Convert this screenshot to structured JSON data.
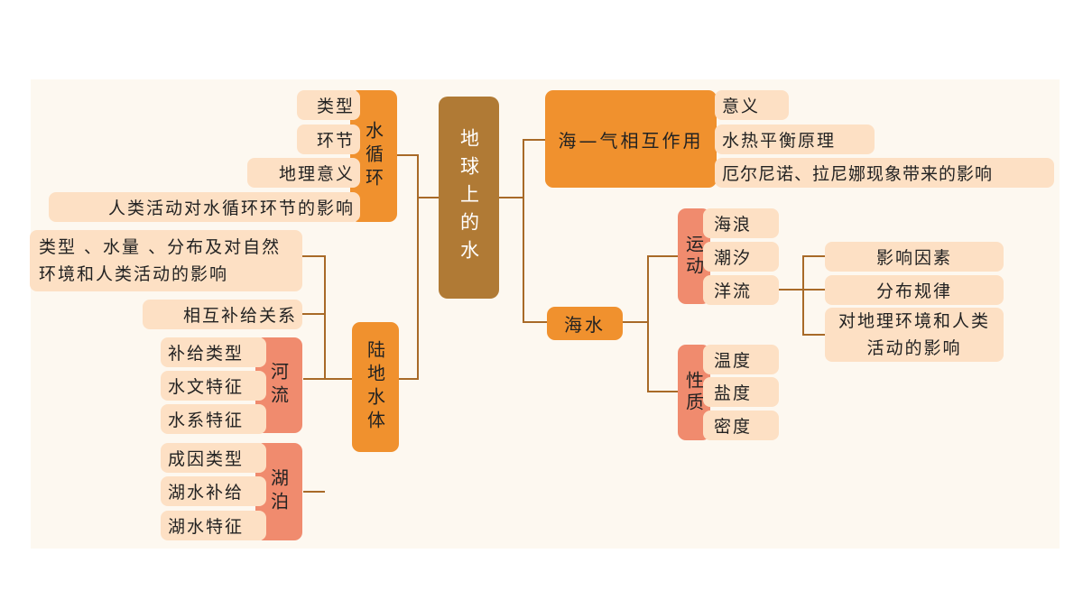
{
  "root": "地球上的水",
  "water_cycle": {
    "title": "水循环",
    "items": [
      "类型",
      "环节",
      "地理意义",
      "人类活动对水循环环节的影响"
    ]
  },
  "land_water": {
    "title": "陆地水体",
    "items": [
      "类型 、水量 、分布及对自然环境和人类活动的影响",
      "相互补给关系"
    ],
    "river": {
      "title": "河流",
      "items": [
        "补给类型",
        "水文特征",
        "水系特征"
      ]
    },
    "lake": {
      "title": "湖泊",
      "items": [
        "成因类型",
        "湖水补给",
        "湖水特征"
      ]
    }
  },
  "sea_air": {
    "title": "海—气相互作用",
    "items": [
      "意义",
      "水热平衡原理",
      "厄尔尼诺、拉尼娜现象带来的影响"
    ]
  },
  "seawater": {
    "title": "海水",
    "motion": {
      "title": "运动",
      "items": [
        "海浪",
        "潮汐",
        "洋流"
      ],
      "current_items": [
        "影响因素",
        "分布规律",
        "对地理环境和人类活动的影响"
      ]
    },
    "property": {
      "title": "性质",
      "items": [
        "温度",
        "盐度",
        "密度"
      ]
    }
  },
  "colors": {
    "root": "#b07a35",
    "branch": "#f0912e",
    "sub_branch": "#f08b6e",
    "leaf": "#fde0c4",
    "connector": "#a86a28"
  }
}
